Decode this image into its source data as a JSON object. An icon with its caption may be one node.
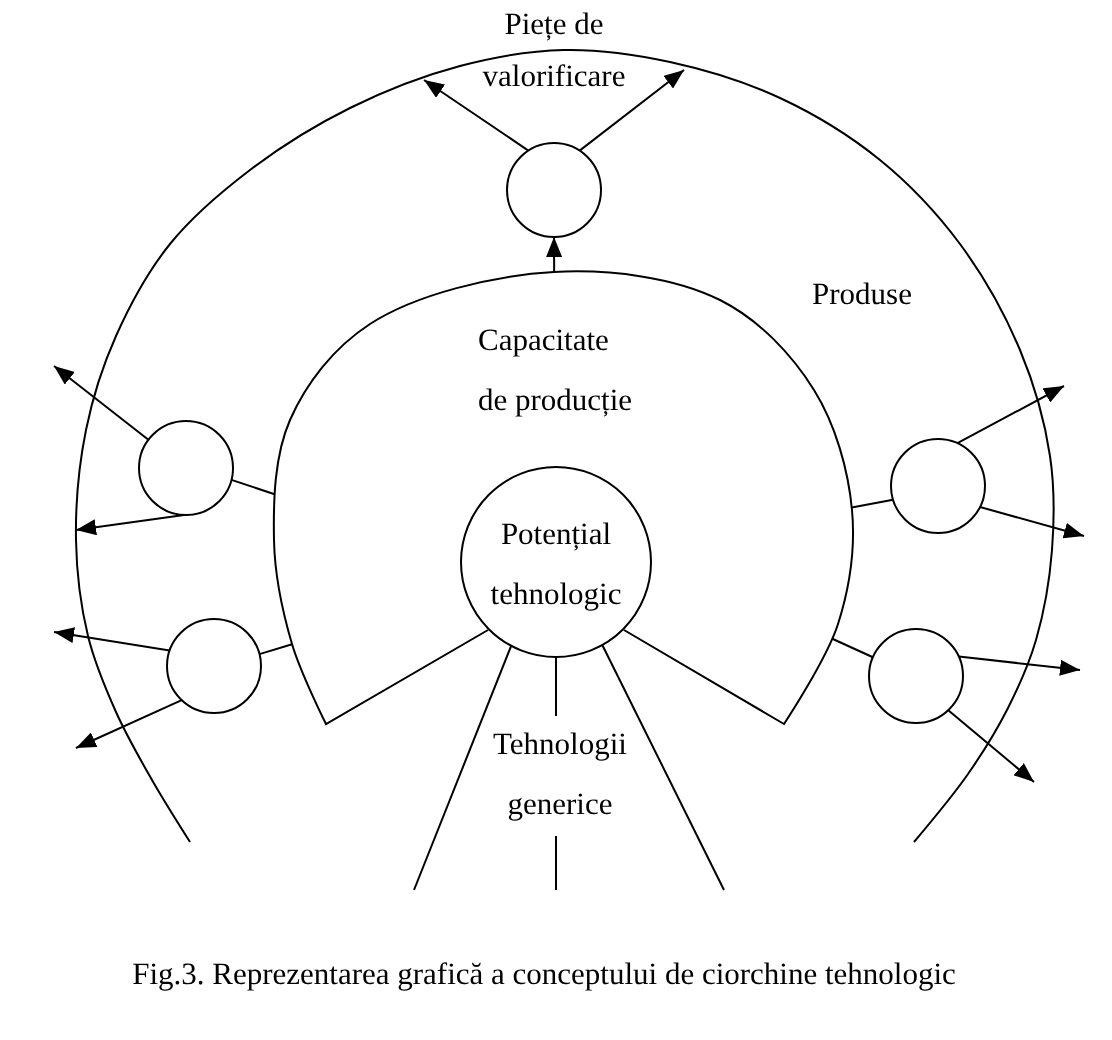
{
  "diagram": {
    "caption": "Fig.3. Reprezentarea grafică a conceptului de ciorchine tehnologic",
    "nodes": [
      {
        "text": [
          "Produse"
        ]
      },
      {
        "text": [],
        "shape": "circle",
        "in": 0
      },
      {
        "text": [
          "Capacitate de producție"
        ],
        "in": 0
      },
      {
        "text": [],
        "shape": "circle",
        "in": 0
      },
      {
        "text": [],
        "shape": "circle",
        "in": 0
      },
      {
        "text": [],
        "shape": "circle",
        "in": 0
      },
      {
        "text": [],
        "shape": "circle",
        "in": 0
      },
      {
        "text": [
          "Potențial tehnologic"
        ],
        "in": 2
      }
    ],
    "edges": [
      {
        "from": 2,
        "to": 1,
        "arrow": "to"
      },
      {
        "from": 1,
        "to": null,
        "arrow": "to"
      },
      {
        "from": 1,
        "to": null,
        "arrow": "to"
      },
      {
        "from": 2,
        "to": 3,
        "arrow": "none"
      },
      {
        "from": 3,
        "to": null,
        "arrow": "to"
      },
      {
        "from": 3,
        "to": null,
        "arrow": "to"
      },
      {
        "from": 2,
        "to": 4,
        "arrow": "none"
      },
      {
        "from": 4,
        "to": null,
        "arrow": "to"
      },
      {
        "from": 4,
        "to": null,
        "arrow": "to"
      },
      {
        "from": 2,
        "to": 5,
        "arrow": "none"
      },
      {
        "from": 5,
        "to": null,
        "arrow": "to"
      },
      {
        "from": 5,
        "to": null,
        "arrow": "to"
      },
      {
        "from": 2,
        "to": 6,
        "arrow": "none"
      },
      {
        "from": 6,
        "to": null,
        "arrow": "to"
      },
      {
        "from": 6,
        "to": null,
        "arrow": "to"
      },
      {
        "from": 7,
        "to": null,
        "arrow": "none"
      },
      {
        "from": 7,
        "to": null,
        "arrow": "none",
        "label": "Tehnologii generice"
      },
      {
        "from": 7,
        "to": null,
        "arrow": "none"
      }
    ],
    "labels": [
      "Piețe de valorificare"
    ]
  }
}
